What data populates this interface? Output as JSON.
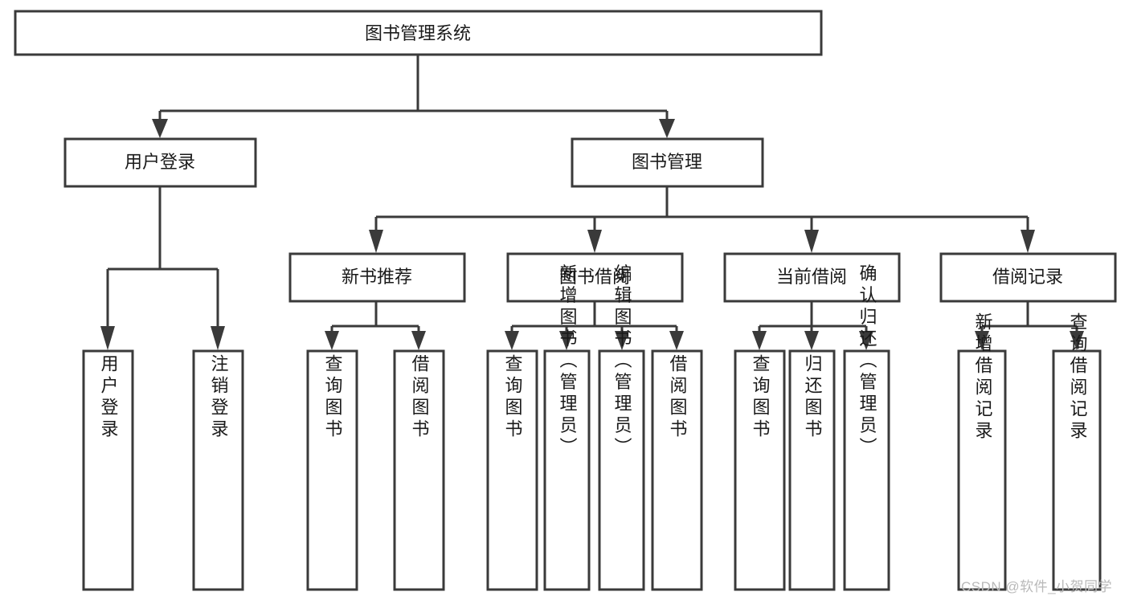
{
  "diagram": {
    "type": "tree",
    "title": "图书管理系统",
    "orientation": "top-down",
    "colors": {
      "box_stroke": "#3a3a3a",
      "box_fill": "#ffffff",
      "connector": "#3a3a3a",
      "text": "#1a1a1a",
      "watermark": "#b9b9b9",
      "background": "#ffffff"
    },
    "nodes": {
      "root": {
        "label": "图书管理系统"
      },
      "level1": [
        {
          "id": "user-login",
          "label": "用户登录"
        },
        {
          "id": "book-manage",
          "label": "图书管理"
        }
      ],
      "level2": [
        {
          "id": "new-book-recommend",
          "label": "新书推荐",
          "parent": "book-manage"
        },
        {
          "id": "book-borrow",
          "label": "图书借阅",
          "parent": "book-manage"
        },
        {
          "id": "current-borrow",
          "label": "当前借阅",
          "parent": "book-manage"
        },
        {
          "id": "borrow-record",
          "label": "借阅记录",
          "parent": "book-manage"
        }
      ],
      "leaves": [
        {
          "id": "leaf-user-login",
          "label": "用户登录",
          "parent": "user-login"
        },
        {
          "id": "leaf-logout",
          "label": "注销登录",
          "parent": "user-login"
        },
        {
          "id": "leaf-query-book-1",
          "label": "查询图书",
          "parent": "new-book-recommend"
        },
        {
          "id": "leaf-borrow-book-1",
          "label": "借阅图书",
          "parent": "new-book-recommend"
        },
        {
          "id": "leaf-query-book-2",
          "label": "查询图书",
          "parent": "book-borrow"
        },
        {
          "id": "leaf-add-book",
          "label": "新增图书（管理员）",
          "parent": "book-borrow"
        },
        {
          "id": "leaf-edit-book",
          "label": "编辑图书（管理员）",
          "parent": "book-borrow"
        },
        {
          "id": "leaf-borrow-book-2",
          "label": "借阅图书",
          "parent": "book-borrow"
        },
        {
          "id": "leaf-query-book-3",
          "label": "查询图书",
          "parent": "current-borrow"
        },
        {
          "id": "leaf-return-book",
          "label": "归还图书",
          "parent": "current-borrow"
        },
        {
          "id": "leaf-confirm-return",
          "label": "确认归还（管理员）",
          "parent": "current-borrow"
        },
        {
          "id": "leaf-add-record",
          "label": "新增借阅记录",
          "parent": "borrow-record"
        },
        {
          "id": "leaf-query-record",
          "label": "查询借阅记录",
          "parent": "borrow-record"
        }
      ]
    },
    "watermark": "CSDN @软件_小贺同学"
  }
}
